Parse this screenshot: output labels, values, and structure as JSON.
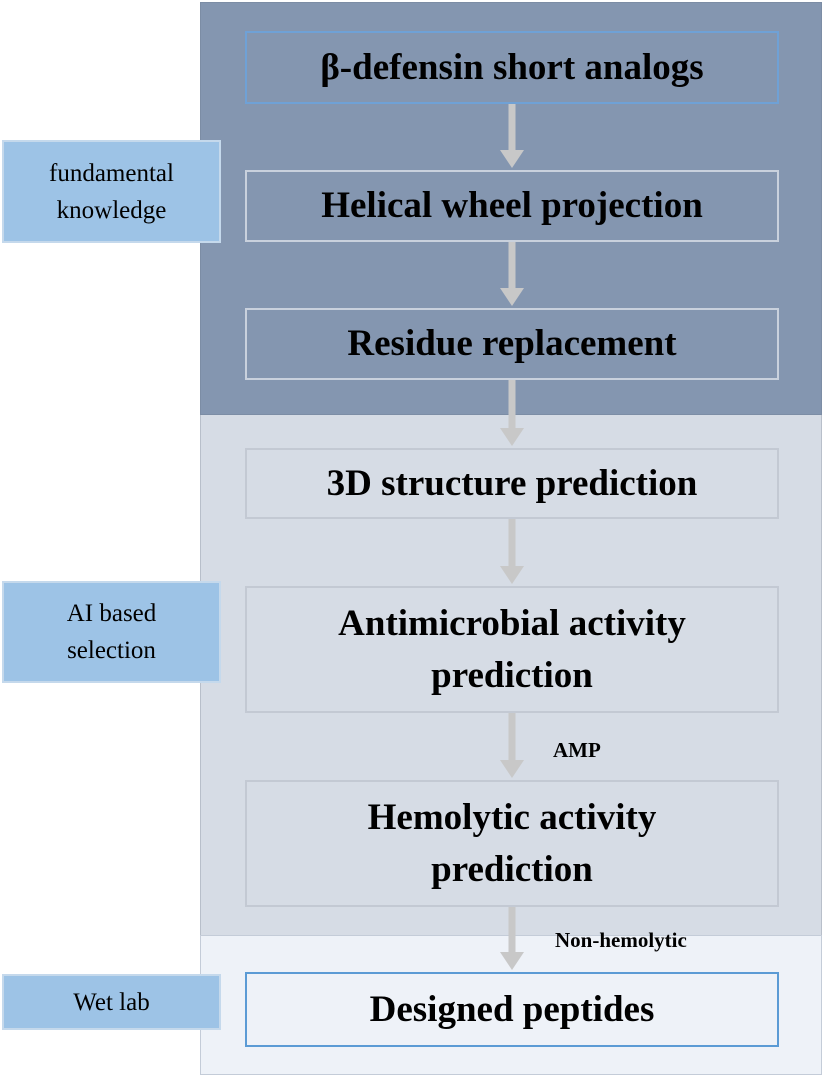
{
  "diagram": {
    "steps": [
      "β-defensin short analogs",
      "Helical wheel projection",
      "Residue replacement",
      "3D structure prediction",
      "Antimicrobial activity prediction",
      "Hemolytic activity prediction",
      "Designed peptides"
    ],
    "side_labels": [
      "fundamental knowledge",
      "AI based selection",
      "Wet lab"
    ],
    "edge_labels": {
      "amp": "AMP",
      "non_hemolytic": "Non-hemolytic"
    },
    "colors": {
      "dark_section": "#8496b0",
      "light_section": "#d6dce5",
      "final_section": "#eef2f8",
      "side_label": "#9dc3e6",
      "arrow": "#c8c8c8"
    }
  }
}
